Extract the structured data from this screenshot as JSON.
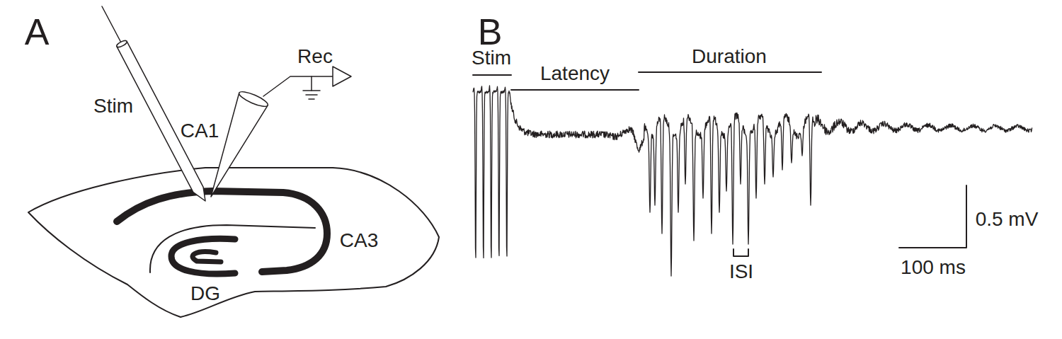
{
  "diagram": {
    "labels": [
      "A",
      "Stim",
      "Rec",
      "CA1",
      "CA3",
      "DG",
      "B",
      "Stim",
      "Latency",
      "Duration",
      "ISI",
      "0.5 mV",
      "100 ms"
    ]
  }
}
